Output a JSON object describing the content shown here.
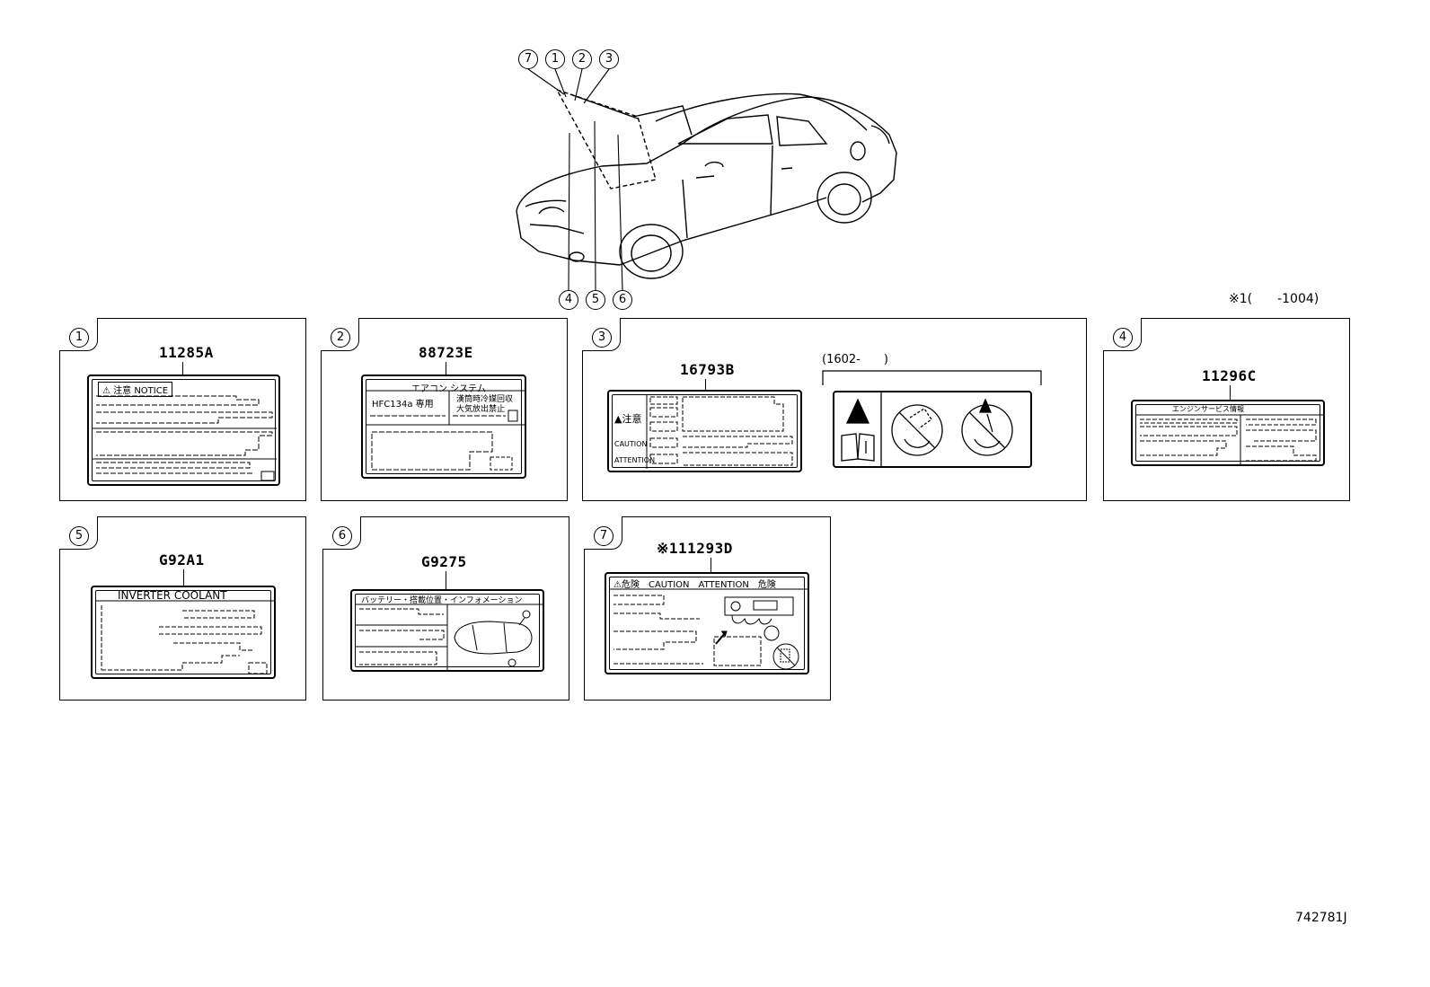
{
  "callouts_top": [
    "7",
    "1",
    "2",
    "3"
  ],
  "callouts_bottom": [
    "4",
    "5",
    "6"
  ],
  "footnote": "※1(　　-1004)",
  "diagram_id": "742781J",
  "panels": [
    {
      "index": "1",
      "part_number": "11285A",
      "header_text": "⚠ 注意 NOTICE"
    },
    {
      "index": "2",
      "part_number": "88723E",
      "header_text": "エアコン システム",
      "cell_left": "HFC134a 専用",
      "cell_right_1": "漢筒時冷媒回収",
      "cell_right_2": "大気放出禁止"
    },
    {
      "index": "3",
      "part_number": "16793B",
      "range_label": "(1602-　　)",
      "warn_1": "▲注意",
      "warn_2": "CAUTION",
      "warn_3": "ATTENTION"
    },
    {
      "index": "4",
      "part_number": "11296C",
      "header_text": "エンジンサービス情報"
    },
    {
      "index": "5",
      "part_number": "G92A1",
      "header_text": "INVERTER COOLANT"
    },
    {
      "index": "6",
      "part_number": "G9275",
      "header_text": "バッテリー・搭載位置・インフォメーション"
    },
    {
      "index": "7",
      "part_number": "※111293D",
      "header_text": "⚠危険　CAUTION　ATTENTION　危険"
    }
  ]
}
